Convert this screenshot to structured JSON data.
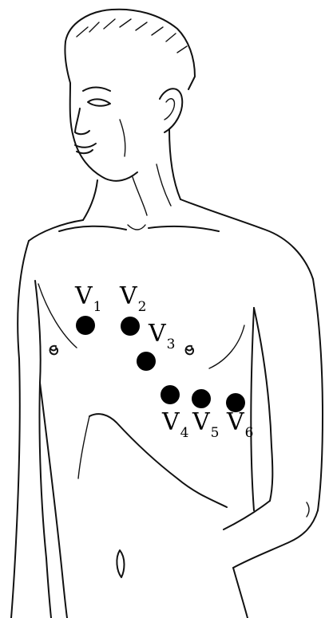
{
  "diagram": {
    "electrodes": [
      {
        "id": "v1",
        "letter": "V",
        "index": "1"
      },
      {
        "id": "v2",
        "letter": "V",
        "index": "2"
      },
      {
        "id": "v3",
        "letter": "V",
        "index": "3"
      },
      {
        "id": "v4",
        "letter": "V",
        "index": "4"
      },
      {
        "id": "v5",
        "letter": "V",
        "index": "5"
      },
      {
        "id": "v6",
        "letter": "V",
        "index": "6"
      }
    ],
    "colors": {
      "line": "#111111",
      "electrode": "#000000",
      "background": "#ffffff"
    }
  }
}
